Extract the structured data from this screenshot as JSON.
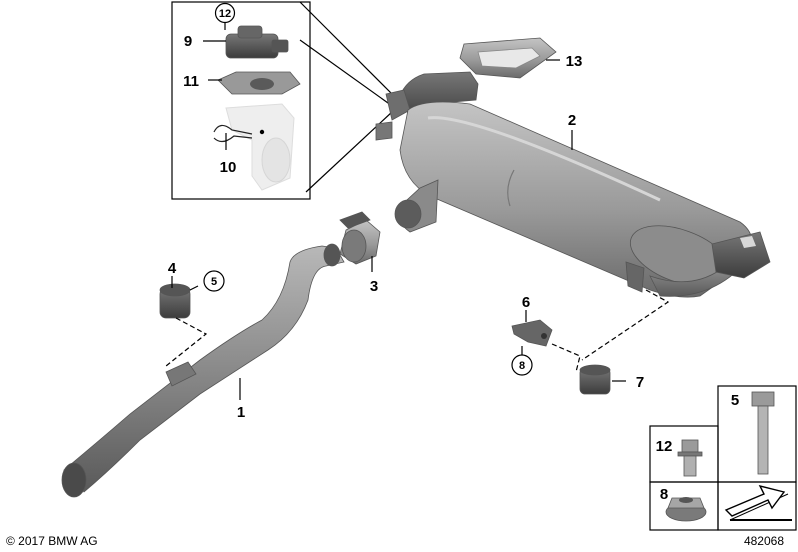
{
  "callouts": {
    "c1": "1",
    "c2": "2",
    "c3": "3",
    "c4": "4",
    "c5": "5",
    "c6": "6",
    "c7": "7",
    "c8": "8",
    "c9": "9",
    "c10": "10",
    "c11": "11",
    "c12": "12",
    "c13": "13"
  },
  "legend": {
    "l12": "12",
    "l5": "5",
    "l8": "8"
  },
  "footer": {
    "copyright": "© 2017 BMW AG",
    "diagram_number": "482068"
  }
}
